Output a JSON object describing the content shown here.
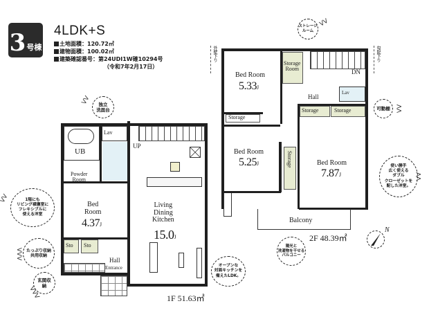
{
  "header": {
    "building_number": "3",
    "building_suffix": "号棟",
    "layout_type": "4LDK+S",
    "specs": [
      {
        "label": "土地面積",
        "value": "120.72㎡"
      },
      {
        "label": "建物面積",
        "value": "100.02㎡"
      },
      {
        "label": "建築確認番号",
        "value": "第24UDI1W確10294号"
      }
    ],
    "approval_date": "（令和7年2月17日）"
  },
  "floor1": {
    "area_label": "1F 51.63㎡",
    "rooms": {
      "ub": "UB",
      "lav": "Lav",
      "powder": "Powder\nRoom",
      "bed_label": "Bed\nRoom",
      "bed_size": "4.37",
      "sto1": "Sto",
      "sto2": "Sto",
      "hall": "Hall",
      "entrance": "Entrance",
      "ldk_label": "Living\nDining\nKitchen",
      "ldk_size": "15.0",
      "up": "UP"
    }
  },
  "floor2": {
    "area_label": "2F 48.39㎡",
    "rooms": {
      "bed1_label": "Bed Room",
      "bed1_size": "5.33",
      "storage_room": "Storage\nRoom",
      "hall": "Hall",
      "dn": "DN",
      "storage_a": "Storage",
      "storage_b": "Storage",
      "storage_c": "Storage",
      "bed2_label": "Bed Room",
      "bed2_size": "5.25",
      "storage_v": "Storage",
      "bed3_label": "Bed Room",
      "bed3_size": "7.87",
      "lav": "Lav",
      "balcony": "Balcony"
    }
  },
  "annotations": {
    "bubble_washstand": "独立\n洗面台",
    "bubble_bedroom1f": "1階にも\nリビング横寝室に\nフレキシブルに\n使える洋室",
    "bubble_storage": "たっぷり収納\n共用収納",
    "bubble_shoes": "玄関収納",
    "bubble_open_kitchen": "オープンな\n対面キッチンを\n備えたLDK。",
    "bubble_storage_rail": "ストレージ\nルーム",
    "bubble_movable": "可動棚",
    "bubble_closet": "使い勝手\n広く使える\nダブル\nクローゼットを\n配した洋室。",
    "bubble_balcony": "陽光と\n洗濯物を干せる\nバルコニー",
    "vertical_left": "外壁下り",
    "vertical_right": "勾配下り",
    "compass_label": "N",
    "tatami_unit": "J"
  }
}
